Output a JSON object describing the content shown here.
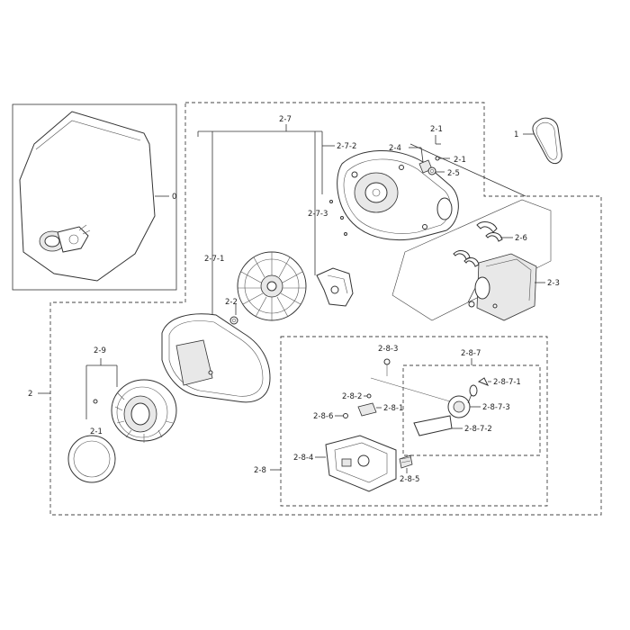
{
  "labels": {
    "l0": "0",
    "l1": "1",
    "l2": "2",
    "l2_1a": "2-1",
    "l2_1b": "2-1",
    "l2_1c": "2-1",
    "l2_2": "2-2",
    "l2_3": "2-3",
    "l2_4": "2-4",
    "l2_5": "2-5",
    "l2_6": "2-6",
    "l2_7": "2-7",
    "l2_7_1": "2-7-1",
    "l2_7_2": "2-7-2",
    "l2_7_3": "2-7-3",
    "l2_8": "2-8",
    "l2_8_1": "2-8-1",
    "l2_8_2": "2-8-2",
    "l2_8_3": "2-8-3",
    "l2_8_4": "2-8-4",
    "l2_8_5": "2-8-5",
    "l2_8_6": "2-8-6",
    "l2_8_7": "2-8-7",
    "l2_8_7_1": "2-8-7-1",
    "l2_8_7_2": "2-8-7-2",
    "l2_8_7_3": "2-8-7-3",
    "l2_9": "2-9"
  },
  "colors": {
    "line": "#333333",
    "background": "#ffffff"
  }
}
